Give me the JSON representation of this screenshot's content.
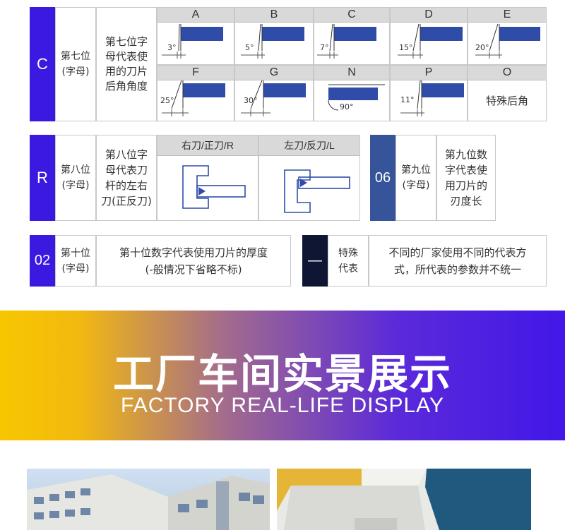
{
  "row_c": {
    "code": "C",
    "position": "第七位",
    "type": "(字母)",
    "desc_lines": [
      "第七位字",
      "母代表使",
      "用的刀片",
      "后角角度"
    ],
    "cells": [
      {
        "letter": "A",
        "angle": "3°"
      },
      {
        "letter": "B",
        "angle": "5°"
      },
      {
        "letter": "C",
        "angle": "7°"
      },
      {
        "letter": "D",
        "angle": "15°"
      },
      {
        "letter": "E",
        "angle": "20°"
      },
      {
        "letter": "F",
        "angle": "25°"
      },
      {
        "letter": "G",
        "angle": "30°"
      },
      {
        "letter": "N",
        "angle": "90°"
      },
      {
        "letter": "P",
        "angle": "11°"
      },
      {
        "letter": "O",
        "angle": "特殊后角"
      }
    ]
  },
  "row_r": {
    "code": "R",
    "position": "第八位",
    "type": "(字母)",
    "desc_lines": [
      "第八位字",
      "母代表刀",
      "杆的左右",
      "刀(正反刀)"
    ],
    "right_label": "右刀/正刀/R",
    "left_label": "左刀/反刀/L"
  },
  "row_06": {
    "code": "06",
    "position": "第九位",
    "type": "(字母)",
    "desc_lines": [
      "第九位数",
      "字代表使",
      "用刀片的",
      "刃度长"
    ]
  },
  "row_02": {
    "code": "02",
    "position": "第十位",
    "type": "(字母)",
    "desc_line1": "第十位数字代表使用刀片的厚度",
    "desc_line2": "(-般情况下省略不标)"
  },
  "row_dash": {
    "code": "—",
    "label_line1": "特殊",
    "label_line2": "代表",
    "desc_line1": "不同的厂家使用不同的代表方",
    "desc_line2": "式，所代表的参数并不统一"
  },
  "banner": {
    "title": "工厂车间实景展示",
    "subtitle": "FACTORY REAL-LIFE DISPLAY"
  },
  "colors": {
    "code_blue": "#3b19e0",
    "code_steel": "#365499",
    "code_navy": "#0f1633",
    "insert_blue": "#2f4da8"
  },
  "photos": [
    {
      "name": "factory-building-photo"
    },
    {
      "name": "workshop-interior-photo"
    }
  ]
}
